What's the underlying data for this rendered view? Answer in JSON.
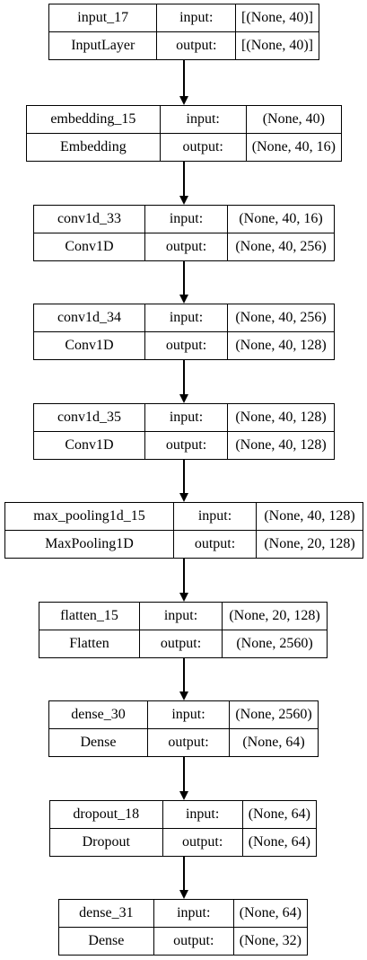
{
  "labels": {
    "input": "input:",
    "output": "output:"
  },
  "layers": [
    {
      "name": "input_17",
      "type": "InputLayer",
      "input_shape": "[(None, 40)]",
      "output_shape": "[(None, 40)]"
    },
    {
      "name": "embedding_15",
      "type": "Embedding",
      "input_shape": "(None, 40)",
      "output_shape": "(None, 40, 16)"
    },
    {
      "name": "conv1d_33",
      "type": "Conv1D",
      "input_shape": "(None, 40, 16)",
      "output_shape": "(None, 40, 256)"
    },
    {
      "name": "conv1d_34",
      "type": "Conv1D",
      "input_shape": "(None, 40, 256)",
      "output_shape": "(None, 40, 128)"
    },
    {
      "name": "conv1d_35",
      "type": "Conv1D",
      "input_shape": "(None, 40, 128)",
      "output_shape": "(None, 40, 128)"
    },
    {
      "name": "max_pooling1d_15",
      "type": "MaxPooling1D",
      "input_shape": "(None, 40, 128)",
      "output_shape": "(None, 20, 128)"
    },
    {
      "name": "flatten_15",
      "type": "Flatten",
      "input_shape": "(None, 20, 128)",
      "output_shape": "(None, 2560)"
    },
    {
      "name": "dense_30",
      "type": "Dense",
      "input_shape": "(None, 2560)",
      "output_shape": "(None, 64)"
    },
    {
      "name": "dropout_18",
      "type": "Dropout",
      "input_shape": "(None, 64)",
      "output_shape": "(None, 64)"
    },
    {
      "name": "dense_31",
      "type": "Dense",
      "input_shape": "(None, 64)",
      "output_shape": "(None, 32)"
    }
  ]
}
